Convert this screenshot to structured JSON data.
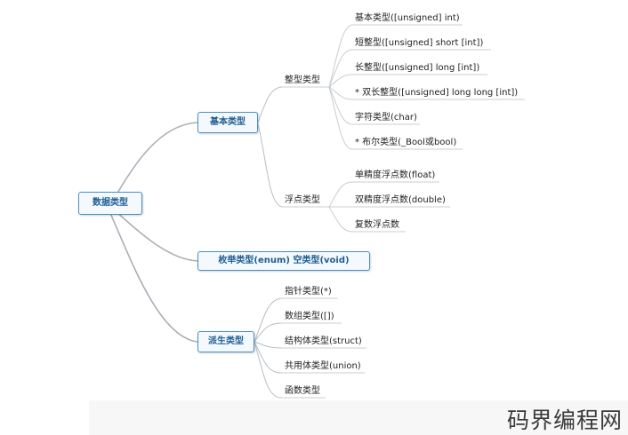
{
  "root": {
    "label": "数据类型"
  },
  "branches": {
    "basic": {
      "label": "基本类型"
    },
    "enum_void": {
      "label": "枚举类型(enum) 空类型(void)"
    },
    "derived": {
      "label": "派生类型"
    }
  },
  "basic_groups": {
    "integer": {
      "label": "整型类型",
      "items": [
        "基本类型([unsigned] int)",
        "短整型([unsigned] short [int])",
        "长整型([unsigned] long [int])",
        "* 双长整型([unsigned] long long [int])",
        "字符类型(char)",
        "* 布尔类型(_Bool或bool)"
      ]
    },
    "float": {
      "label": "浮点类型",
      "items": [
        "单精度浮点数(float)",
        "双精度浮点数(double)",
        "复数浮点数"
      ]
    }
  },
  "derived_items": [
    "指针类型(*)",
    "数组类型([])",
    "结构体类型(struct)",
    "共用体类型(union)",
    "函数类型"
  ],
  "watermark": "码界编程网",
  "colors": {
    "node_border": "#4a8fc4",
    "node_fill": "#f4f9fd",
    "node_text": "#1f5d91",
    "curve": "#a9b0b6",
    "leaf_line": "#c9cdd1"
  }
}
